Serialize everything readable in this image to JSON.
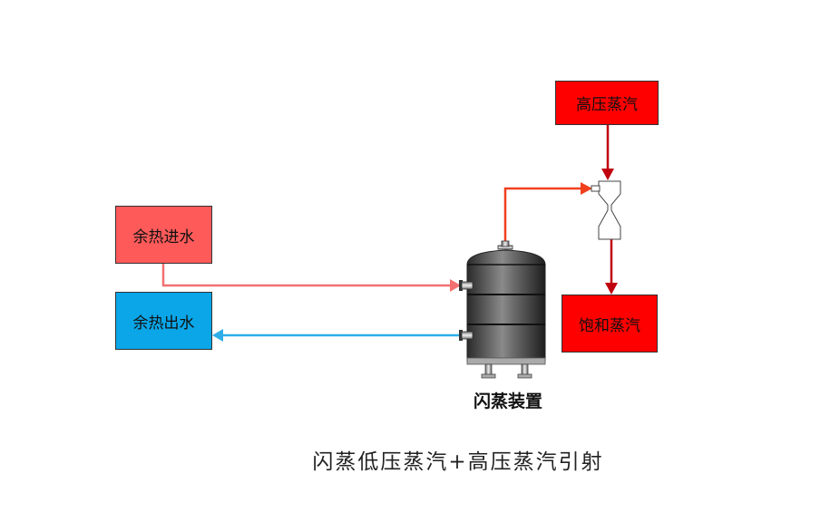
{
  "diagram": {
    "nodes": {
      "hp_steam": {
        "label": "高压蒸汽",
        "color": "#ff0000"
      },
      "hot_in": {
        "label": "余热进水",
        "color": "#ff5a5a"
      },
      "hot_out": {
        "label": "余热出水",
        "color": "#0aa6e8"
      },
      "sat_steam": {
        "label": "饱和蒸汽",
        "color": "#ff0000"
      },
      "flash_tank": {
        "label": "闪蒸装置"
      },
      "ejector": {
        "label": ""
      }
    },
    "edges": [
      {
        "from": "hot_in",
        "to": "flash_tank",
        "color": "#f27070"
      },
      {
        "from": "flash_tank",
        "to": "hot_out",
        "color": "#2eaee8"
      },
      {
        "from": "flash_tank",
        "to": "ejector",
        "color": "#f0401e"
      },
      {
        "from": "hp_steam",
        "to": "ejector",
        "color": "#c0000e"
      },
      {
        "from": "ejector",
        "to": "sat_steam",
        "color": "#c0000e"
      }
    ]
  },
  "caption": "闪蒸低压蒸汽+高压蒸汽引射"
}
